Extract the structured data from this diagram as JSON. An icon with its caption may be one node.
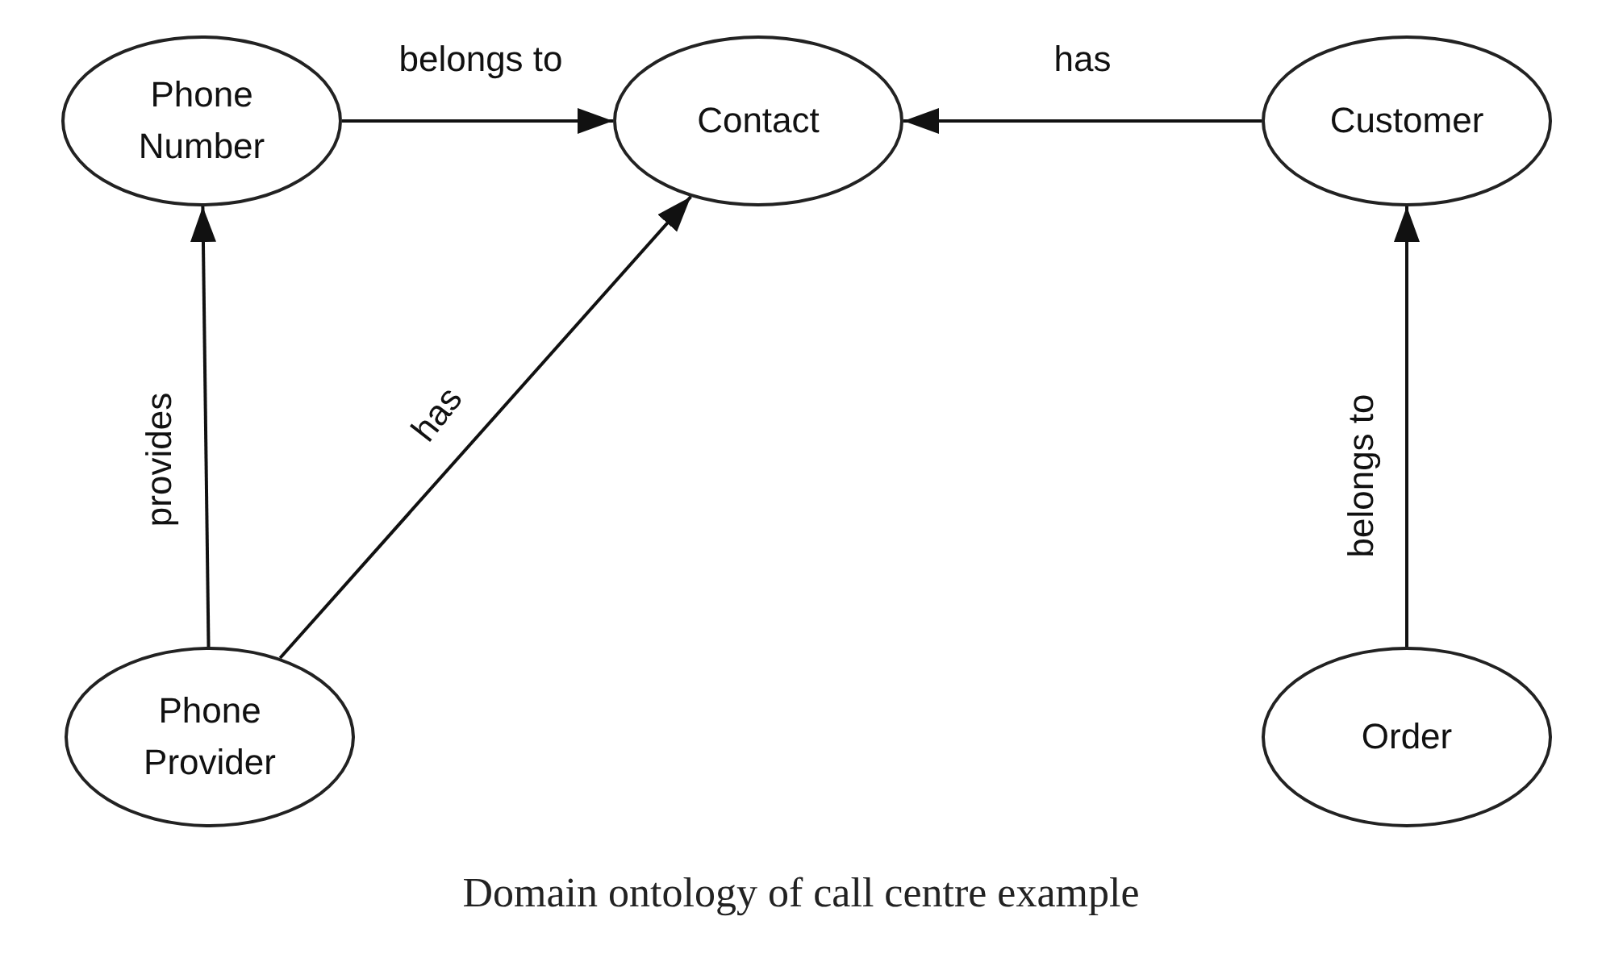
{
  "diagram": {
    "caption": "Domain ontology of call centre example",
    "nodes": [
      {
        "text": [
          "Phone Number"
        ]
      },
      {
        "text": [
          "Contact"
        ]
      },
      {
        "text": [
          "Customer"
        ]
      },
      {
        "text": [
          "Phone Provider"
        ]
      },
      {
        "text": [
          "Order"
        ]
      }
    ],
    "edges": [
      {
        "from": 0,
        "to": 1,
        "arrow": "to",
        "label": "belongs to"
      },
      {
        "from": 2,
        "to": 1,
        "arrow": "to",
        "label": "has"
      },
      {
        "from": 3,
        "to": 0,
        "arrow": "to",
        "label": "provides"
      },
      {
        "from": 3,
        "to": 1,
        "arrow": "to",
        "label": "has"
      },
      {
        "from": 4,
        "to": 2,
        "arrow": "to",
        "label": "belongs to"
      }
    ]
  }
}
